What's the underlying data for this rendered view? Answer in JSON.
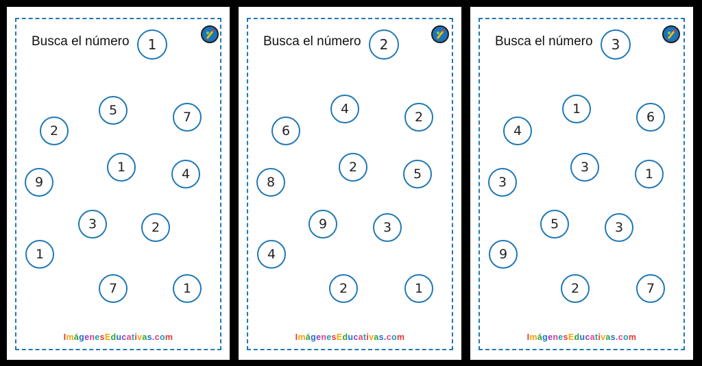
{
  "footer_text": "ImágenesEducativas.com",
  "colors": {
    "circle_border": "#1f78b4",
    "background": "#000000",
    "logo_fill": "#1e73b9"
  },
  "logo_icon": "pencil-logo-icon",
  "cards": [
    {
      "title": "Busca el número",
      "target": "1",
      "numbers": [
        "5",
        "7",
        "2",
        "1",
        "4",
        "9",
        "3",
        "2",
        "1",
        "7",
        "1"
      ]
    },
    {
      "title": "Busca el número",
      "target": "2",
      "numbers": [
        "4",
        "2",
        "6",
        "2",
        "5",
        "8",
        "9",
        "3",
        "4",
        "2",
        "1"
      ]
    },
    {
      "title": "Busca el número",
      "target": "3",
      "numbers": [
        "1",
        "6",
        "4",
        "3",
        "1",
        "3",
        "5",
        "3",
        "9",
        "2",
        "7"
      ]
    }
  ]
}
